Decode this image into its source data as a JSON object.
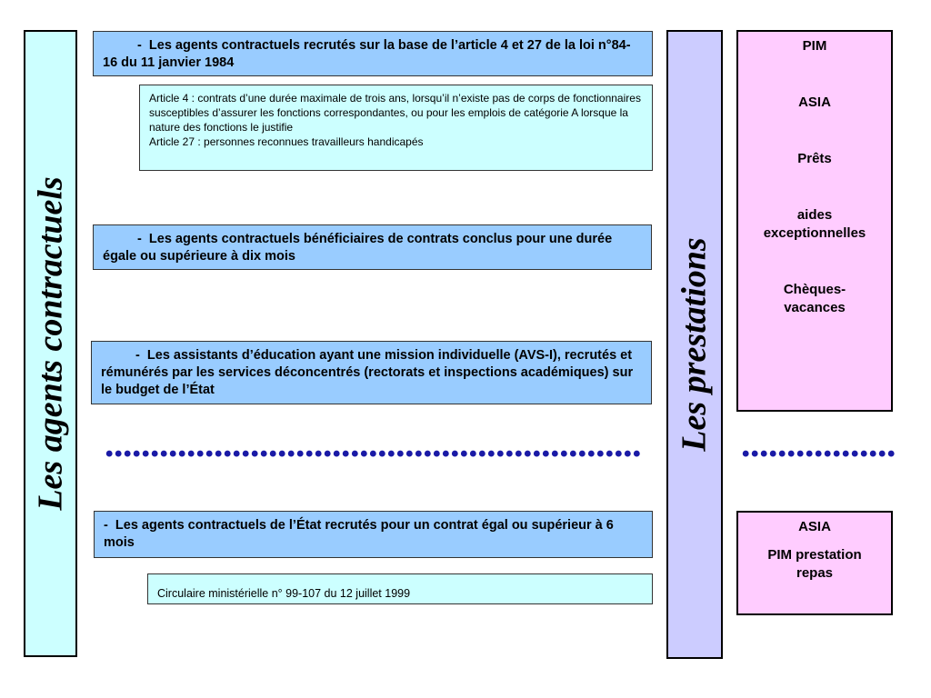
{
  "left_title": "Les agents contractuels",
  "right_title": "Les prestations",
  "box1": {
    "bullet": "-",
    "text": "Les agents contractuels recrutés sur la base de l’article 4 et 27 de la loi n°84-16 du 11 janvier 1984"
  },
  "note1": {
    "line1": "Article 4 : contrats d’une durée maximale de trois ans, lorsqu’il n’existe pas de corps de fonctionnaires susceptibles d’assurer les fonctions correspondantes, ou pour les emplois de catégorie A lorsque la nature des fonctions le justifie",
    "line2": "Article 27 : personnes reconnues travailleurs handicapés"
  },
  "box2": {
    "bullet": "-",
    "text": "Les agents contractuels bénéficiaires de contrats conclus  pour une durée égale ou supérieure à dix mois"
  },
  "box3": {
    "bullet": "-",
    "text": "Les assistants d’éducation ayant une mission individuelle (AVS-I), recrutés et rémunérés par les services déconcentrés (rectorats et inspections académiques) sur le budget de l’État"
  },
  "box4": {
    "bullet": "-",
    "text": "Les agents contractuels de l’État recrutés pour un contrat égal ou supérieur à 6 mois"
  },
  "note2": {
    "text": "Circulaire ministérielle n° 99-107 du 12 juillet 1999"
  },
  "prestations_top": [
    "PIM",
    "ASIA",
    "Prêts",
    "aides exceptionnelles",
    "Chèques-vacances"
  ],
  "prestations_bottom": [
    "ASIA",
    "PIM prestation repas"
  ],
  "separator": "••••••••••••••••••••••••••••••••••••••••••••••••••••••••••••••••••••••••••••••••••••••••",
  "colors": {
    "blue_box": "#99ccff",
    "cyan_box": "#ccffff",
    "pink_box": "#ffccff",
    "lavender_box": "#ccccff",
    "dots": "#1a1aa6"
  }
}
